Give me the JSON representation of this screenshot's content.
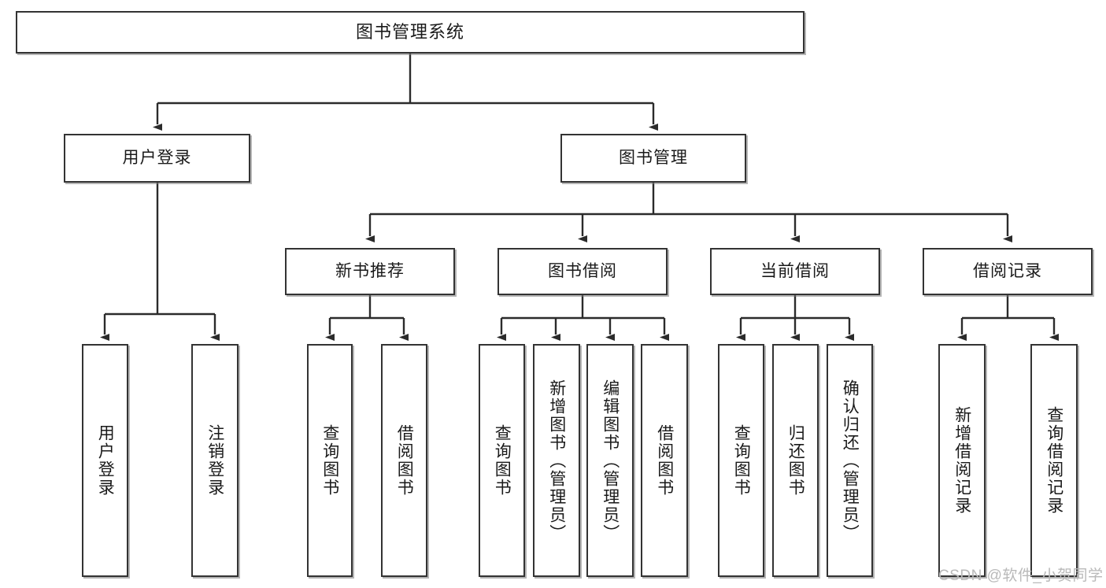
{
  "diagram": {
    "type": "tree",
    "title": "图书管理系统",
    "watermark": "CSDN @软件_小贺同学",
    "colors": {
      "box_border": "#333333",
      "box_fill": "#ffffff",
      "edge": "#1a1a1a",
      "watermark": "#b9b9b9",
      "background": "#ffffff"
    },
    "nodes": {
      "root": {
        "label": "图书管理系统"
      },
      "level2": [
        {
          "id": "user-login",
          "label": "用户登录"
        },
        {
          "id": "book-management",
          "label": "图书管理"
        }
      ],
      "level3": [
        {
          "id": "new-book-recommend",
          "label": "新书推荐"
        },
        {
          "id": "book-borrow",
          "label": "图书借阅"
        },
        {
          "id": "current-borrow",
          "label": "当前借阅"
        },
        {
          "id": "borrow-record",
          "label": "借阅记录"
        }
      ],
      "leaves": {
        "user-login": [
          {
            "id": "leaf-user-login",
            "label": "用户登录"
          },
          {
            "id": "leaf-logout-login",
            "label": "注销登录"
          }
        ],
        "new-book-recommend": [
          {
            "id": "leaf-query-book-1",
            "label": "查询图书"
          },
          {
            "id": "leaf-borrow-book-1",
            "label": "借阅图书"
          }
        ],
        "book-borrow": [
          {
            "id": "leaf-query-book-2",
            "label": "查询图书"
          },
          {
            "id": "leaf-add-book",
            "label": "新增图书（管理员）"
          },
          {
            "id": "leaf-edit-book",
            "label": "编辑图书（管理员）"
          },
          {
            "id": "leaf-borrow-book-2",
            "label": "借阅图书"
          }
        ],
        "current-borrow": [
          {
            "id": "leaf-query-book-3",
            "label": "查询图书"
          },
          {
            "id": "leaf-return-book",
            "label": "归还图书"
          },
          {
            "id": "leaf-confirm-return",
            "label": "确认归还（管理员）"
          }
        ],
        "borrow-record": [
          {
            "id": "leaf-add-record",
            "label": "新增借阅记录"
          },
          {
            "id": "leaf-query-record",
            "label": "查询借阅记录"
          }
        ]
      }
    }
  }
}
